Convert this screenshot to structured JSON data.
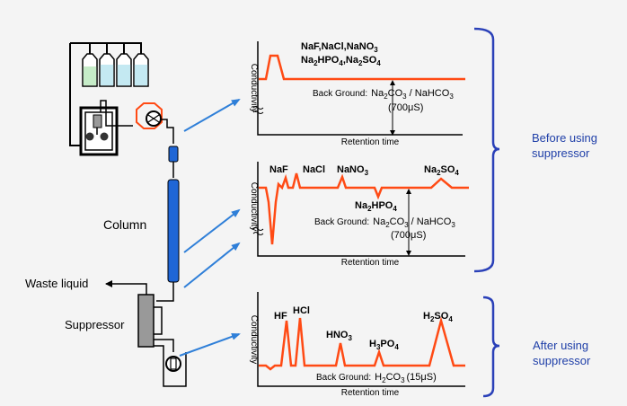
{
  "colors": {
    "background": "#f4f4f4",
    "signal": "#ff4a14",
    "arrow": "#2f7fd8",
    "column": "#1f66d6",
    "brace": "#2a40b8",
    "brace_label": "#1f3fa8",
    "eluent_bottle": "#c6ecc8"
  },
  "left": {
    "column_label": "Column",
    "waste_label": "Waste liquid",
    "suppressor_label": "Suppressor"
  },
  "chart1": {
    "ylabel": "Conductivity",
    "xlabel": "Retention time",
    "peak_label_line1": "NaF,NaCl,NaNO",
    "peak_label_line1_sub": "3",
    "peak_label_line2": "Na",
    "peak_label_line2_sub1": "2",
    "peak_label_line2_mid": "HPO",
    "peak_label_line2_sub2": "4",
    "peak_label_line2_end": ",Na",
    "peak_label_line2_sub3": "2",
    "peak_label_line2_tail": "SO",
    "peak_label_line2_sub4": "4",
    "bg_prefix": "Back Ground:",
    "bg_a": "Na",
    "bg_a_sub": "2",
    "bg_b": "CO",
    "bg_b_sub": "3",
    "bg_c": " / NaHCO",
    "bg_c_sub": "3",
    "bg_value": "(700μS)"
  },
  "chart2": {
    "ylabel": "Conductivity",
    "xlabel": "Retention time",
    "p_naf": "NaF",
    "p_nacl": "NaCl",
    "p_nano": "NaNO",
    "p_nano_sub": "3",
    "p_na2so4_a": "Na",
    "p_na2so4_sub1": "2",
    "p_na2so4_b": "SO",
    "p_na2so4_sub2": "4",
    "p_na2hpo4_a": "Na",
    "p_na2hpo4_sub1": "2",
    "p_na2hpo4_b": "HPO",
    "p_na2hpo4_sub2": "4",
    "bg_prefix": "Back Ground:",
    "bg_a": "Na",
    "bg_a_sub": "2",
    "bg_b": "CO",
    "bg_b_sub": "3",
    "bg_c": " / NaHCO",
    "bg_c_sub": "3",
    "bg_value": "(700μS)"
  },
  "chart3": {
    "ylabel": "Conductivity",
    "xlabel": "Retention time",
    "p_hf": "HF",
    "p_hcl": "HCl",
    "p_hno": "HNO",
    "p_hno_sub": "3",
    "p_h3po4_a": "H",
    "p_h3po4_sub1": "3",
    "p_h3po4_b": "PO",
    "p_h3po4_sub2": "4",
    "p_h2so4_a": "H",
    "p_h2so4_sub1": "2",
    "p_h2so4_b": "SO",
    "p_h2so4_sub2": "4",
    "bg_prefix": "Back Ground:",
    "bg_a": "H",
    "bg_a_sub": "2",
    "bg_b": "CO",
    "bg_b_sub": "3",
    "bg_value": "(15μS)"
  },
  "right": {
    "before_line1": "Before using",
    "before_line2": "suppressor",
    "after_line1": "After using",
    "after_line2": "suppressor"
  }
}
